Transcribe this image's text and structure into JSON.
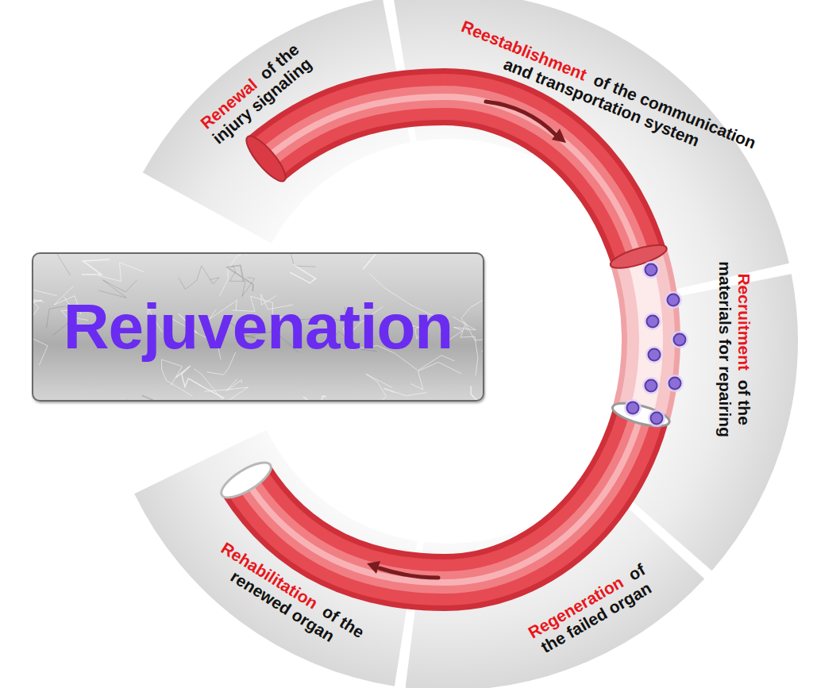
{
  "diagram": {
    "nodes": [
      {
        "text": [
          "Rejuvenation"
        ]
      },
      {
        "text": [
          "Renewal",
          "of the injury signaling"
        ]
      },
      {
        "text": [
          "Reestablishment",
          "of the communication and transportation system"
        ]
      },
      {
        "text": [
          "Recruitment",
          "of the materials for repairing"
        ]
      },
      {
        "text": [
          "Regeneration",
          "of the failed organ"
        ]
      },
      {
        "text": [
          "Rehabilitation",
          "of the renewed organ"
        ]
      }
    ]
  }
}
